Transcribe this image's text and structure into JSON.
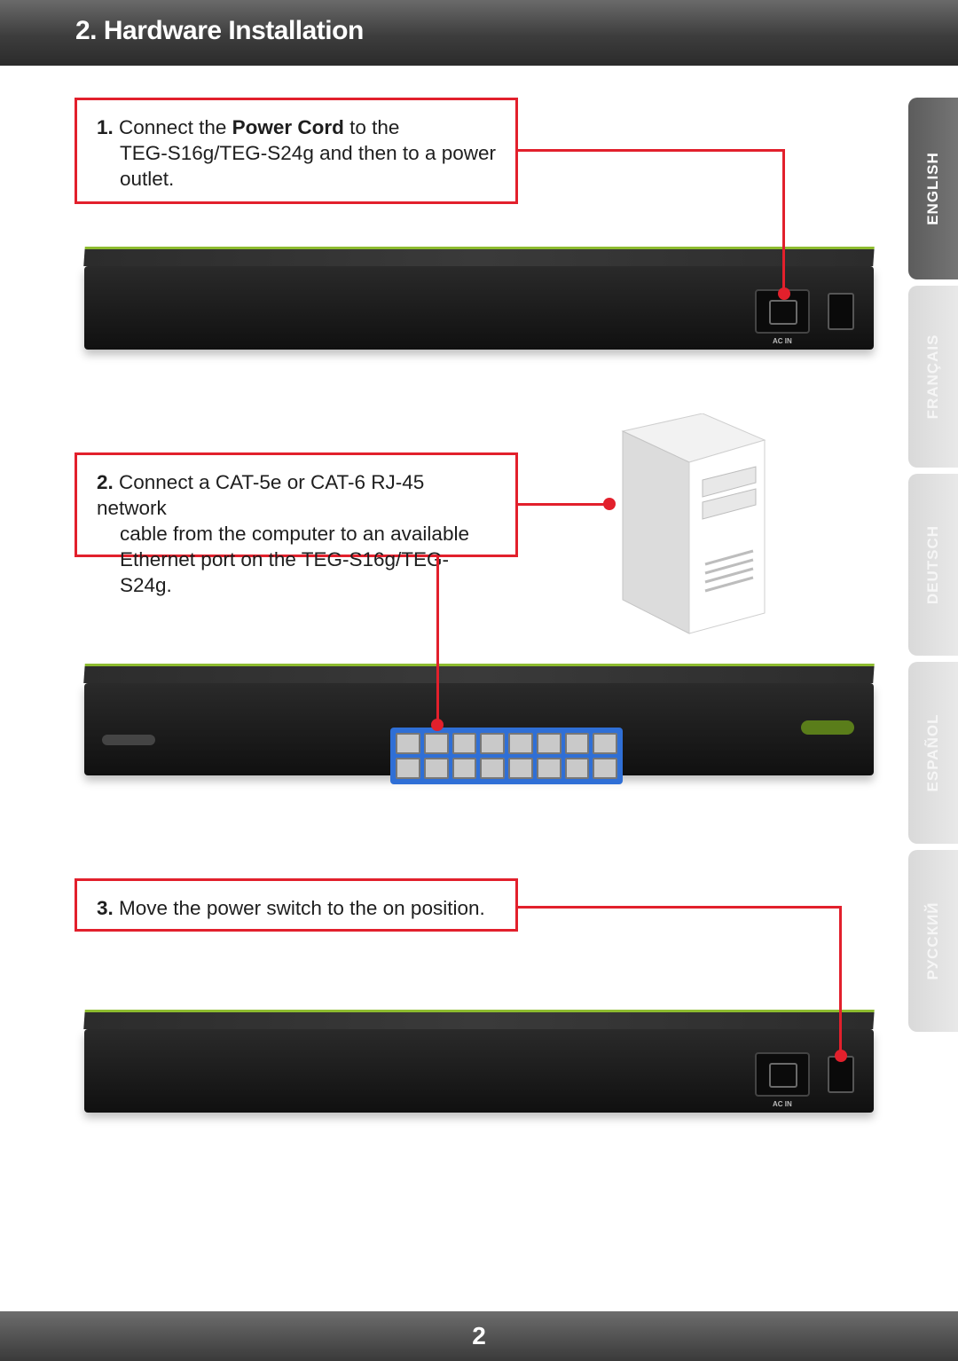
{
  "header": {
    "title": "2. Hardware Installation"
  },
  "steps": [
    {
      "num": "1.",
      "pre": " Connect the ",
      "strong": "Power Cord",
      "post": " to the",
      "line2": "TEG-S16g/TEG-S24g and then to a power",
      "line3": "outlet."
    },
    {
      "num": "2.",
      "line1": " Connect a CAT-5e or CAT-6 RJ-45 network",
      "line2": "cable from the computer to an available",
      "line3": "Ethernet port on the TEG-S16g/TEG-S24g."
    },
    {
      "num": "3.",
      "line1": " Move the power switch to the on position."
    }
  ],
  "language_tabs": [
    {
      "label": "ENGLISH",
      "active": true
    },
    {
      "label": "FRANÇAIS",
      "active": false
    },
    {
      "label": "DEUTSCH",
      "active": false
    },
    {
      "label": "ESPAÑOL",
      "active": false
    },
    {
      "label": "РУССКИЙ",
      "active": false
    }
  ],
  "devices": {
    "ac_in_label": "AC IN"
  },
  "footer": {
    "page_number": "2"
  },
  "colors": {
    "callout_red": "#e2202c",
    "header_gray": "#3d3d3d",
    "port_blue": "#2f6fd6"
  }
}
